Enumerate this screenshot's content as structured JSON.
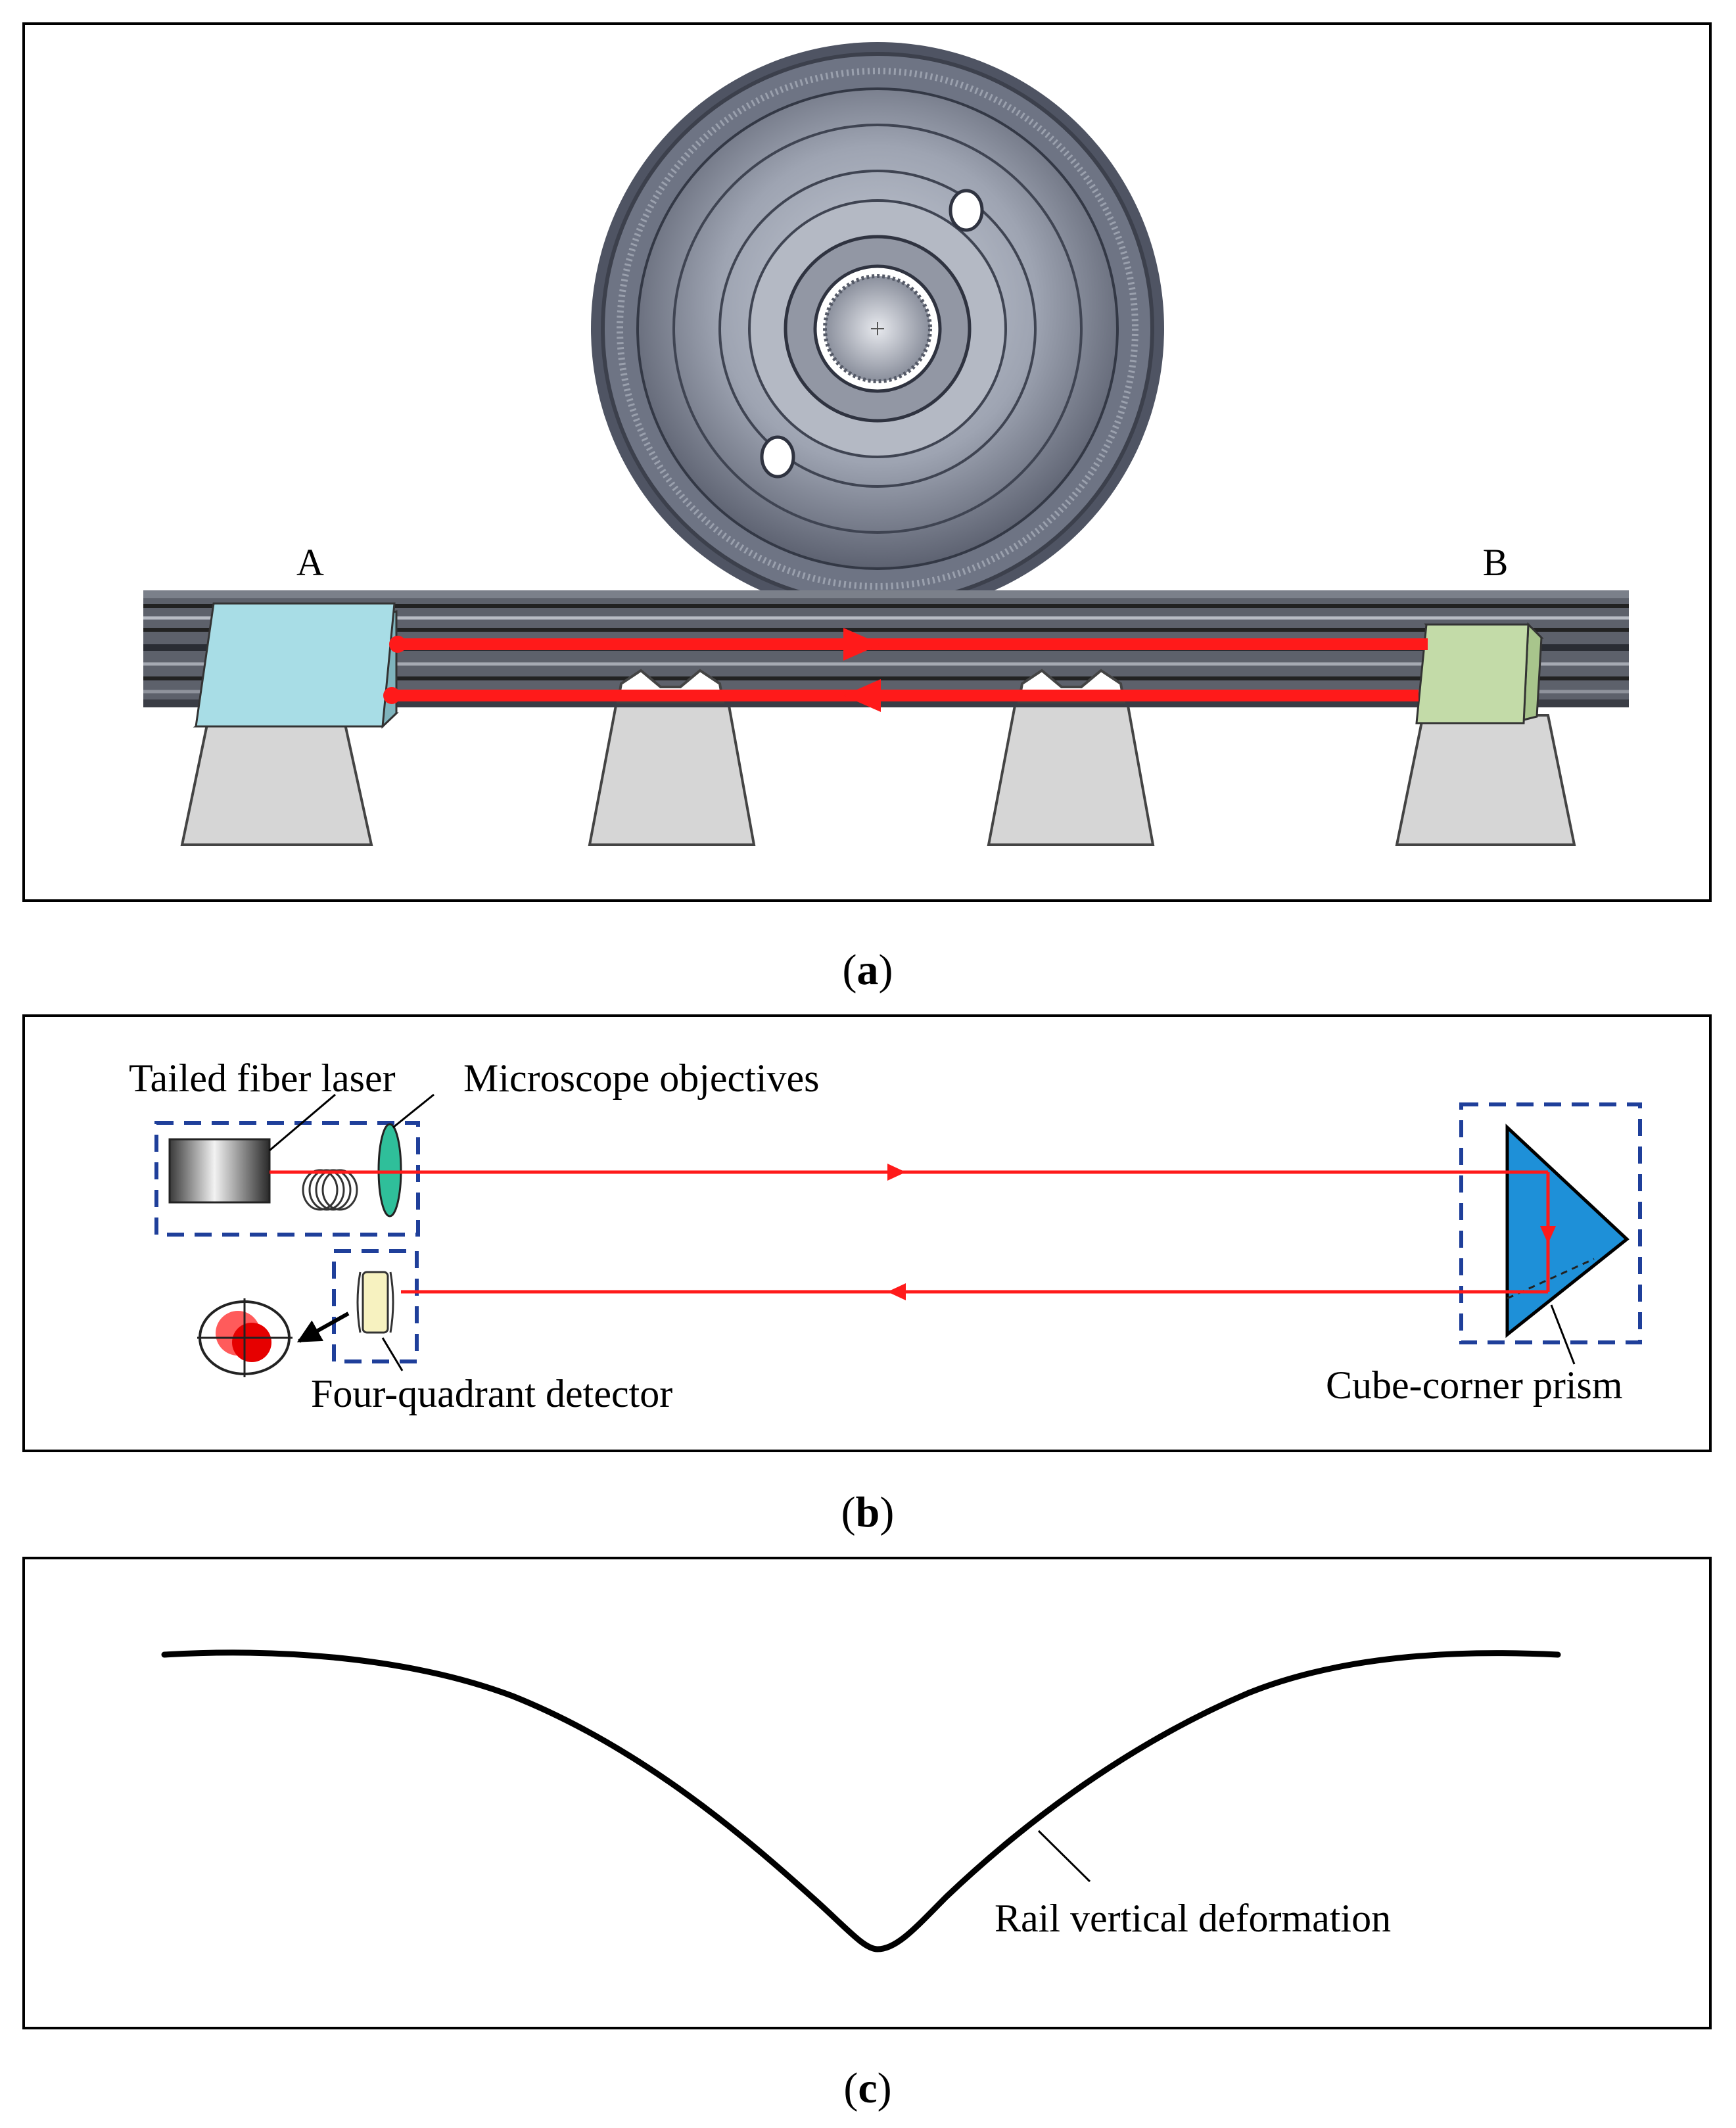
{
  "panels": {
    "a": {
      "caption_open": "(",
      "caption_letter": "a",
      "caption_close": ")",
      "label_A": "A",
      "label_B": "B"
    },
    "b": {
      "caption_open": "(",
      "caption_letter": "b",
      "caption_close": ")",
      "label_laser": "Tailed fiber laser",
      "label_objectives": "Microscope objectives",
      "label_detector": "Four-quadrant detector",
      "label_prism": "Cube-corner prism"
    },
    "c": {
      "caption_open": "(",
      "caption_letter": "c",
      "caption_close": ")",
      "label_curve": "Rail vertical deformation"
    }
  },
  "colors": {
    "laser_beam": "#ff1a1a",
    "unit_A": "#a8dde6",
    "unit_B": "#c3dba8",
    "prism": "#1e90d8",
    "dashed_box": "#1f3f9a",
    "objective_lens": "#2fbf9a",
    "detector": "#f7f2c0",
    "sleeper": "#d6d6d6"
  }
}
